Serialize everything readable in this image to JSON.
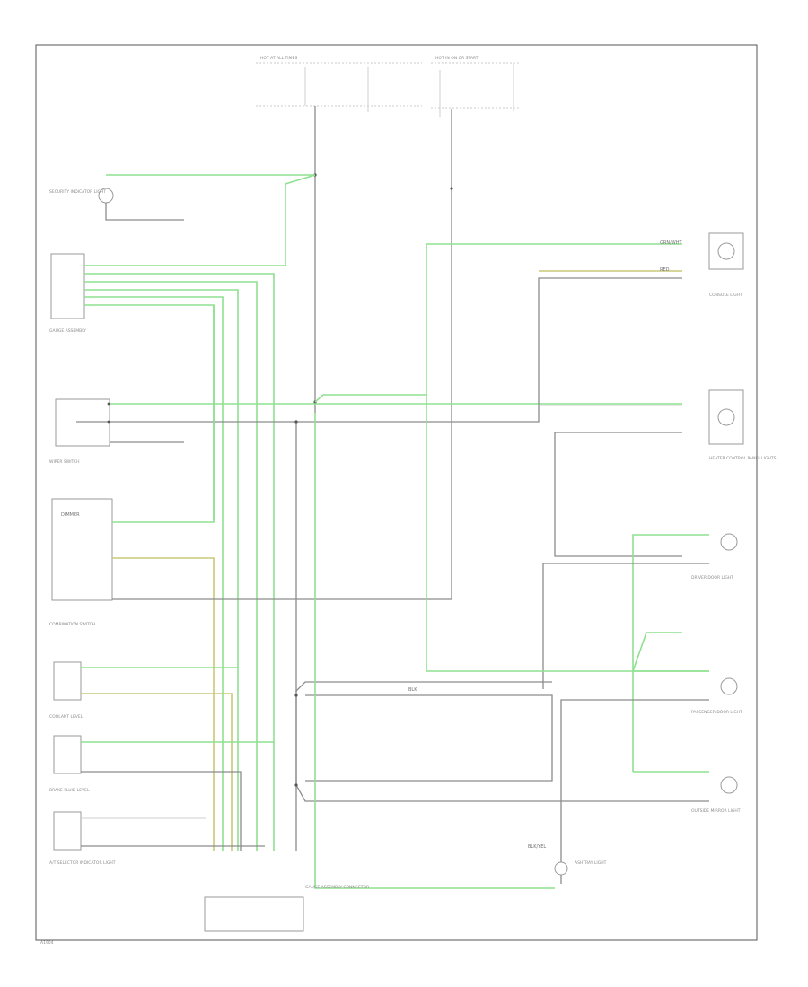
{
  "diagram": {
    "fig_id": "A1904",
    "fuse_box_labels": [
      "HOT AT ALL TIMES",
      "HOT IN ON OR START"
    ],
    "components": [
      {
        "key": "security",
        "label": "SECURITY INDICATOR LIGHT"
      },
      {
        "key": "gauge_connector",
        "label": "GAUGE ASSEMBLY"
      },
      {
        "key": "wiper_switch",
        "label": "WIPER SWITCH"
      },
      {
        "key": "combination_switch",
        "label": "COMBINATION SWITCH"
      },
      {
        "key": "coolant_level",
        "label": "COOLANT LEVEL"
      },
      {
        "key": "brake_fluid",
        "label": "BRAKE FLUID LEVEL"
      },
      {
        "key": "at_selector",
        "label": "A/T SELECTOR INDICATOR LIGHT"
      },
      {
        "key": "console",
        "label": "CONSOLE LIGHT"
      },
      {
        "key": "heater_control",
        "label": "HEATER CONTROL PANEL LIGHTS"
      },
      {
        "key": "driver_door",
        "label": "DRIVER DOOR LIGHT"
      },
      {
        "key": "passenger_door",
        "label": "PASSENGER DOOR LIGHT"
      },
      {
        "key": "outside_mirror",
        "label": "OUTSIDE MIRROR LIGHT"
      },
      {
        "key": "ashtray",
        "label": "ASHTRAY LIGHT"
      },
      {
        "key": "lower_connector",
        "label": "GAUGE ASSEMBLY CONNECTOR"
      }
    ],
    "wire_tags": {
      "grn_wht": "GRN/WHT",
      "blk_yel": "BLK/YEL",
      "blk": "BLK",
      "red": "RED"
    }
  }
}
